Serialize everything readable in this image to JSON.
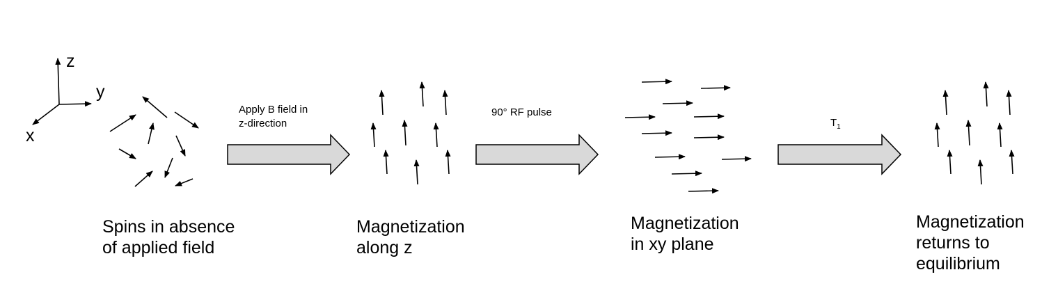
{
  "axes": {
    "x": "x",
    "y": "y",
    "z": "z"
  },
  "steps": [
    {
      "label": "Apply B field in\nz-direction"
    },
    {
      "label": "90° RF pulse"
    },
    {
      "label_main": "T",
      "label_sub": "1"
    }
  ],
  "captions": [
    "Spins in absence\nof applied field",
    "Magnetization\nalong z",
    "Magnetization\nin xy plane",
    "Magnetization\nreturns to\nequilibrium"
  ],
  "colors": {
    "arrow_fill": "#d9d9d9",
    "stroke": "#000000"
  }
}
